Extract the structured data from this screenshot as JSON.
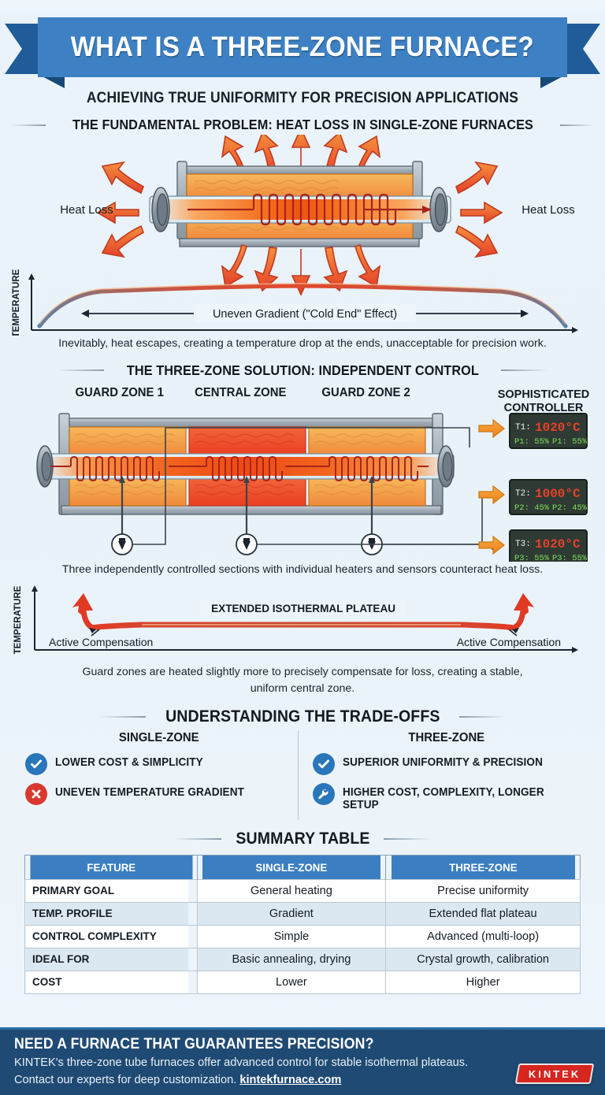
{
  "header": {
    "title": "WHAT IS A THREE-ZONE FURNACE?",
    "subtitle": "ACHIEVING TRUE UNIFORMITY FOR PRECISION APPLICATIONS"
  },
  "section1": {
    "heading": "THE FUNDAMENTAL PROBLEM: HEAT LOSS IN SINGLE-ZONE FURNACES",
    "heat_loss_left": "Heat Loss",
    "heat_loss_right": "Heat Loss",
    "chart_axis_label": "TEMPERATURE",
    "gradient_label": "Uneven Gradient (\"Cold End\" Effect)",
    "caption": "Inevitably, heat escapes, creating a temperature drop at the ends, unacceptable for precision work."
  },
  "section2": {
    "heading": "THE THREE-ZONE SOLUTION: INDEPENDENT CONTROL",
    "zones": [
      "GUARD ZONE 1",
      "CENTRAL ZONE",
      "GUARD ZONE 2"
    ],
    "controller_title_line1": "SOPHISTICATED",
    "controller_title_line2": "CONTROLLER",
    "controllers": [
      {
        "t_label": "T1:",
        "temp": "1020°C",
        "p_left": "P1: 55%",
        "p_right": "P1: 55%"
      },
      {
        "t_label": "T2:",
        "temp": "1000°C",
        "p_left": "P2: 45%",
        "p_right": "P2: 45%"
      },
      {
        "t_label": "T3:",
        "temp": "1020°C",
        "p_left": "P3: 55%",
        "p_right": "P3: 55%"
      }
    ],
    "caption": "Three independently controlled sections with individual heaters and sensors counteract heat loss."
  },
  "section3": {
    "chart_axis_label": "TEMPERATURE",
    "plateau_label": "EXTENDED ISOTHERMAL PLATEAU",
    "compensation_left": "Active Compensation",
    "compensation_right": "Active Compensation",
    "caption_line1": "Guard zones are heated slightly more to precisely compensate for loss, creating a stable,",
    "caption_line2": "uniform central zone."
  },
  "tradeoffs": {
    "heading": "UNDERSTANDING THE TRADE-OFFS",
    "left": {
      "title": "SINGLE-ZONE",
      "items": [
        {
          "icon": "check-circle-icon",
          "label": "LOWER COST & SIMPLICITY"
        },
        {
          "icon": "cross-circle-icon",
          "label": "UNEVEN TEMPERATURE GRADIENT"
        }
      ]
    },
    "right": {
      "title": "THREE-ZONE",
      "items": [
        {
          "icon": "check-circle-icon",
          "label": "SUPERIOR UNIFORMITY & PRECISION"
        },
        {
          "icon": "wrench-circle-icon",
          "label": "HIGHER COST, COMPLEXITY, LONGER SETUP"
        }
      ]
    }
  },
  "summary": {
    "heading": "SUMMARY TABLE",
    "columns": [
      "FEATURE",
      "SINGLE-ZONE",
      "THREE-ZONE"
    ],
    "rows": [
      [
        "PRIMARY GOAL",
        "General heating",
        "Precise uniformity"
      ],
      [
        "TEMP. PROFILE",
        "Gradient",
        "Extended flat plateau"
      ],
      [
        "CONTROL COMPLEXITY",
        "Simple",
        "Advanced (multi-loop)"
      ],
      [
        "IDEAL FOR",
        "Basic annealing, drying",
        "Crystal growth, calibration"
      ],
      [
        "COST",
        "Lower",
        "Higher"
      ]
    ]
  },
  "footer": {
    "headline": "NEED A FURNACE THAT GUARANTEES PRECISION?",
    "body_line1": "KINTEK's three-zone tube furnaces offer advanced control for stable isothermal plateaus.",
    "body_line2_pre": "Contact our experts for deep customization. ",
    "link": "kintekfurnace.com",
    "logo": "KINTEK"
  },
  "chart_data": [
    {
      "type": "line",
      "title": "Uneven Gradient (\"Cold End\" Effect)",
      "ylabel": "TEMPERATURE",
      "xlabel": "",
      "grid": false,
      "x": [
        0,
        5,
        10,
        15,
        20,
        30,
        50,
        70,
        80,
        85,
        90,
        95,
        100
      ],
      "values": [
        8,
        30,
        55,
        72,
        83,
        90,
        92,
        90,
        83,
        72,
        55,
        30,
        8
      ],
      "annotation": "Uneven Gradient (\"Cold End\" Effect)"
    },
    {
      "type": "line",
      "title": "EXTENDED ISOTHERMAL PLATEAU",
      "ylabel": "TEMPERATURE",
      "xlabel": "",
      "grid": false,
      "x": [
        0,
        4,
        8,
        12,
        50,
        88,
        92,
        96,
        100
      ],
      "values": [
        95,
        80,
        55,
        35,
        32,
        35,
        55,
        80,
        95
      ],
      "annotations": [
        "Active Compensation",
        "Active Compensation"
      ]
    }
  ]
}
